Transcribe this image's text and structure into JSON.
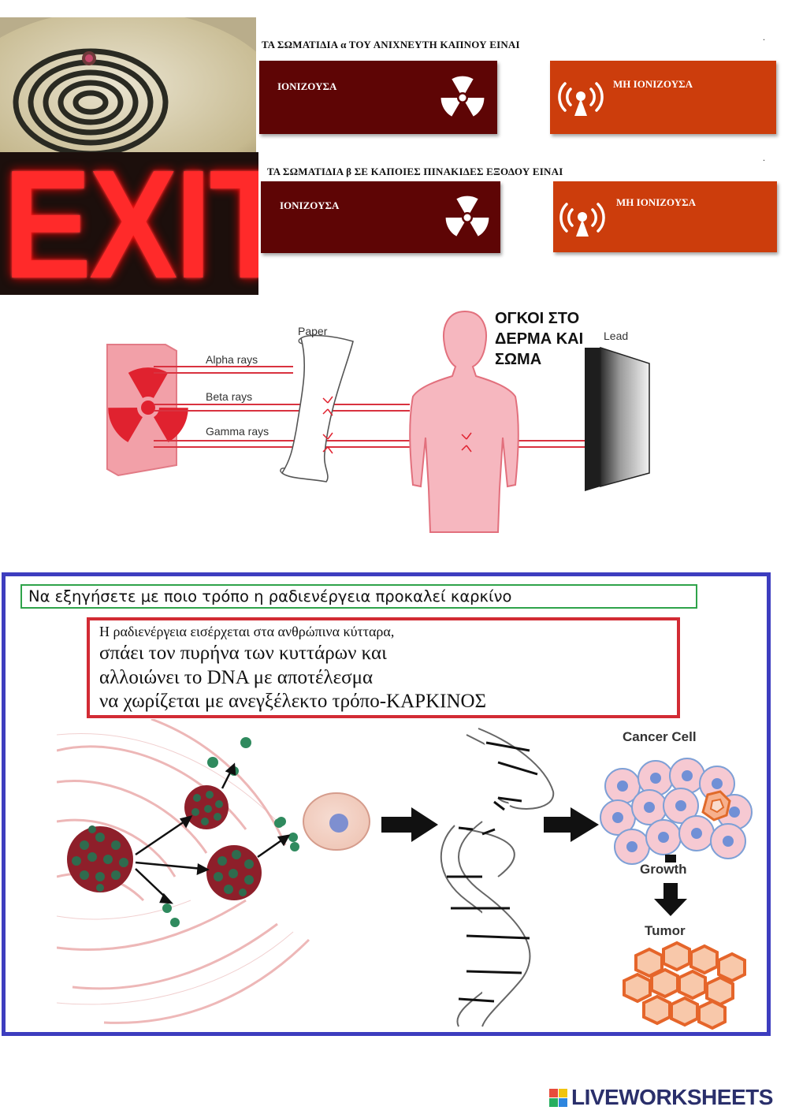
{
  "question1": {
    "title": "ΤΑ ΣΩΜΑΤΙΔΙΑ α  ΤΟΥ ΑΝΙΧΝΕΥΤΗ ΚΑΠΝΟΥ ΕΙΝΑΙ",
    "option_ionizing": "ΙΟΝΙΖΟΥΣΑ",
    "option_non_ionizing": "ΜΗ ΙΟΝΙΖΟΥΣΑ",
    "marker": "."
  },
  "question2": {
    "title": "ΤΑ ΣΩΜΑΤΙΔΙΑ β ΣΕ ΚΑΠΟΙΕΣ ΠΙΝΑΚΙΔΕΣ ΕΞΟΔΟΥ ΕΙΝΑΙ",
    "option_ionizing": "ΙΟΝΙΖΟΥΣΑ",
    "option_non_ionizing": "ΜΗ ΙΟΝΙΖΟΥΣΑ",
    "marker": "."
  },
  "exit_sign": {
    "text": "EXIT"
  },
  "radiation_diagram": {
    "paper_label": "Paper",
    "lead_label": "Lead",
    "alpha_label": "Alpha rays",
    "beta_label": "Beta rays",
    "gamma_label": "Gamma rays",
    "note_line1": "ΟΓΚΟΙ ΣΤΟ",
    "note_line2": "ΔΕΡΜΑ ΚΑΙ",
    "note_line3": "ΣΩΜΑ"
  },
  "cancer_section": {
    "question": "Να εξηγήσετε με ποιο τρόπο η ραδιενέργεια προκαλεί καρκίνο",
    "answer_line1": "Η ραδιενέργεια εισέρχεται στα ανθρώπινα κύτταρα,",
    "answer_line2": "σπάει τον πυρήνα των κυττάρων και",
    "answer_line3": "αλλοιώνει το DNA με αποτέλεσμα",
    "answer_line4": "να χωρίζεται με ανεγξέλεκτο τρόπο-ΚΑΡΚΙΝΟΣ",
    "cancer_cell_label": "Cancer Cell",
    "growth_label": "Growth",
    "tumor_label": "Tumor"
  },
  "footer": {
    "logo_text": "LIVEWORKSHEETS"
  },
  "colors": {
    "ionizing_bg": "#5e0505",
    "non_ionizing_bg": "#cc3d0c",
    "frame_blue": "#3d3dbf",
    "question_green": "#2fa34a",
    "answer_red": "#d22b34"
  }
}
